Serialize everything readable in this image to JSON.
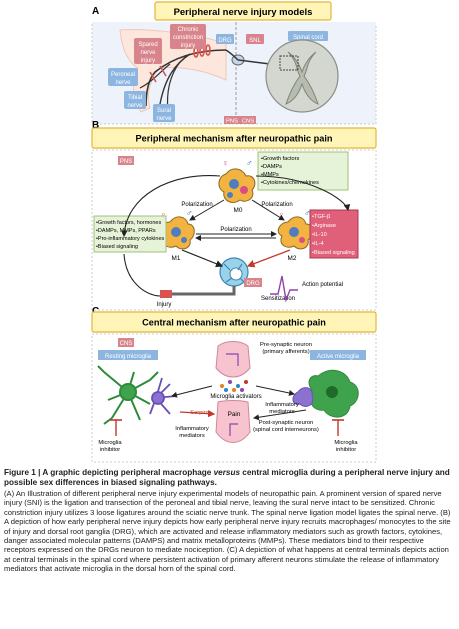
{
  "panel_a": {
    "letter": "A",
    "title": "Peripheral nerve injury models",
    "labels": {
      "chronic1": "Chronic",
      "chronic2": "constriction",
      "chronic3": "injury",
      "spared1": "Spared",
      "spared2": "nerve",
      "spared3": "injury",
      "peroneal1": "Peroneal",
      "peroneal2": "nerve",
      "tibial1": "Tibial",
      "tibial2": "nerve",
      "sural1": "Sural",
      "sural2": "nerve",
      "drg": "DRG",
      "snl": "SNL",
      "spinal_cord": "Spinal cord",
      "pns": "PNS",
      "cns": "CNS"
    }
  },
  "panel_b": {
    "letter": "B",
    "title": "Peripheral mechanism after neuropathic pain",
    "pns": "PNS",
    "m0": "M0",
    "m1": "M1",
    "m2": "M2",
    "polarization_left": "Polarization",
    "polarization_right": "Polarization",
    "polarization_mid": "Polarization",
    "m0_list": [
      "•Growth factors",
      "•DAMPs",
      "•MMPs",
      "•Cytokines/chemokines"
    ],
    "m1_list": [
      "•Growth factors, hormones",
      "•DAMPs, MMPs, PPARs",
      "•Pro-inflammatory cytokines",
      "•Biased signaling"
    ],
    "m2_list": [
      "•TGF-β",
      "•Arginase",
      "•IL-10",
      "•IL-4",
      "•Biased signaling"
    ],
    "drg": "DRG",
    "action_potential": "Action potential",
    "injury": "Injury",
    "sensitization": "Sensitization"
  },
  "panel_c": {
    "letter": "C",
    "title": "Central mechanism after neuropathic pain",
    "cns": "CNS",
    "resting": "Resting microglia",
    "active": "Active microglia",
    "pre1": "Pre-synaptic neuron",
    "pre2": "(primary afferents)",
    "activators": "Microglia activators",
    "serpins": "Serpins",
    "pain": "Pain",
    "inflam_right1": "Inflammatory",
    "inflam_right2": "mediators",
    "inflam_left1": "Inflammatory",
    "inflam_left2": "mediators",
    "post1": "Post-synaptic neuron",
    "post2": "(spinal cord interneurons)",
    "inhib_left1": "Microglia",
    "inhib_left2": "inhibitor",
    "inhib_right1": "Microglia",
    "inhib_right2": "inhibitor"
  },
  "caption": {
    "fig": "Figure 1",
    "sep": " | ",
    "title_a": "A graphic depicting peripheral macrophage ",
    "title_versus": "versus",
    "title_b": " central microglia during a peripheral nerve injury and possible sex differences in biased signaling pathways.",
    "body": "(A) An Illustration of different peripheral nerve injury experimental models of neuropathic pain. A prominent version of spared nerve injury (SNI) is the ligation and transection of the peroneal and tibial nerve, leaving the sural nerve intact to be sensitized. Chronic constriction injury utilizes 3 loose ligatures around the sciatic nerve trunk. The spinal nerve ligation model ligates the spinal nerve. (B) A depiction of how early peripheral nerve injury depicts how early peripheral nerve injury recruits macrophages/ monocytes to the site of injury and dorsal root ganglia (DRG), which are activated and release inflammatory mediators such as growth factors, cytokines, danger associated molecular patterns (DAMPS) and matrix metalloproteins (MMPs). These mediators bind to their respective receptors expressed on the DRGs neuron to mediate nociception. (C) A depiction of what happens at central terminals depicts action at central terminals in the spinal cord where persistent activation of primary afferent neurons stimulate the release of inflammatory mediators that  activate  microglia in the dorsal horn of the spinal cord."
  },
  "colors": {
    "title_fill": "#fff5b8",
    "title_stroke": "#e0b73a",
    "panel_a_bg": "#eef2fa",
    "green_box": "#e6f3d8",
    "pink_box": "#e0607a",
    "red_label": "#d8848c",
    "blue_label": "#8cb5e0"
  }
}
